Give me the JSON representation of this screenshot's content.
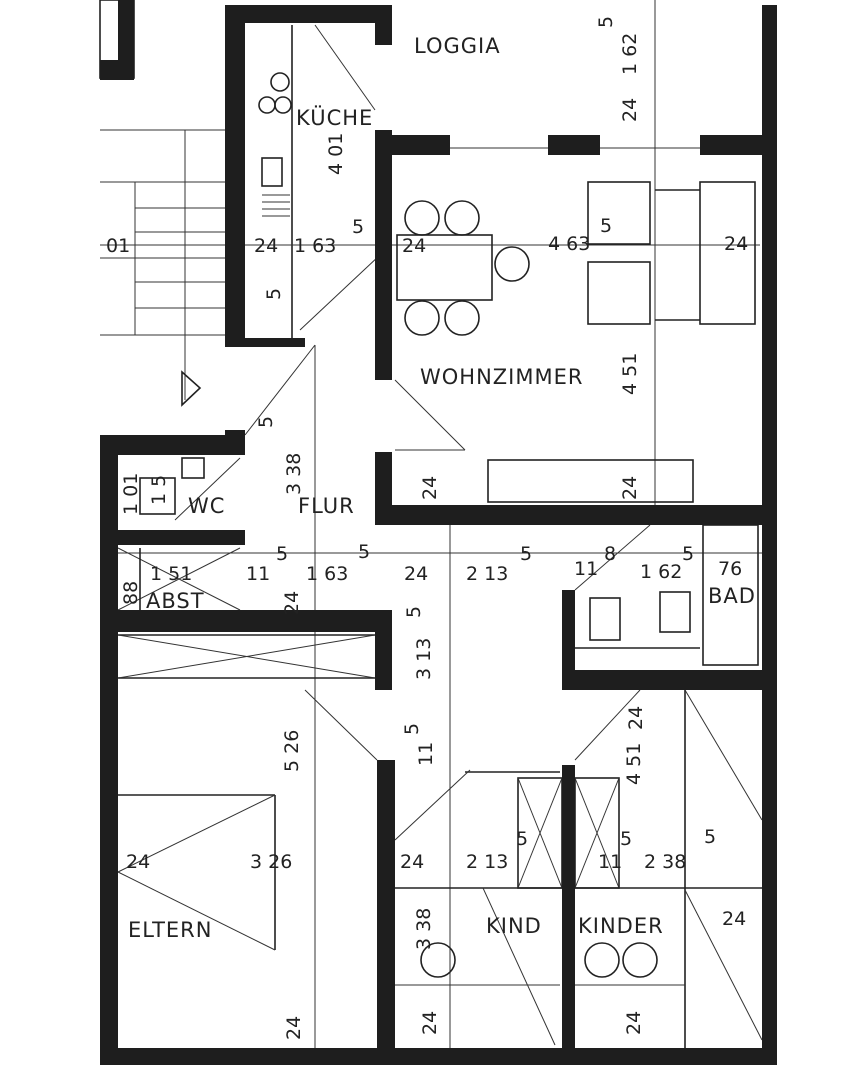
{
  "rooms": {
    "loggia": "LOGGIA",
    "kueche": "KÜCHE",
    "wohnzimmer": "WOHNZIMMER",
    "wc": "WC",
    "flur": "FLUR",
    "abst": "ABST",
    "bad": "BAD",
    "eltern": "ELTERN",
    "kind": "KIND",
    "kinder": "KINDER"
  },
  "dimensions": [
    "5",
    "1 62",
    "24",
    "4 01",
    "24",
    "1 63",
    "5",
    "24",
    "4 63",
    "5",
    "24",
    "01",
    "5",
    "4 51",
    "5",
    "3 38",
    "24",
    "24",
    "1 01",
    "1 5",
    "88",
    "1 51",
    "11",
    "5",
    "1 63",
    "5",
    "24",
    "2 13",
    "5",
    "11",
    "8",
    "1 62",
    "5",
    "76",
    "24",
    "3 13",
    "5",
    "5 26",
    "11",
    "5",
    "24",
    "4 51",
    "24",
    "3 26",
    "24",
    "2 13",
    "5",
    "11",
    "5",
    "2 38",
    "5",
    "24",
    "3 38",
    "24",
    "24",
    "24"
  ],
  "colors": {
    "wall": "#1e1e1e",
    "line": "#222222",
    "background": "#ffffff"
  }
}
